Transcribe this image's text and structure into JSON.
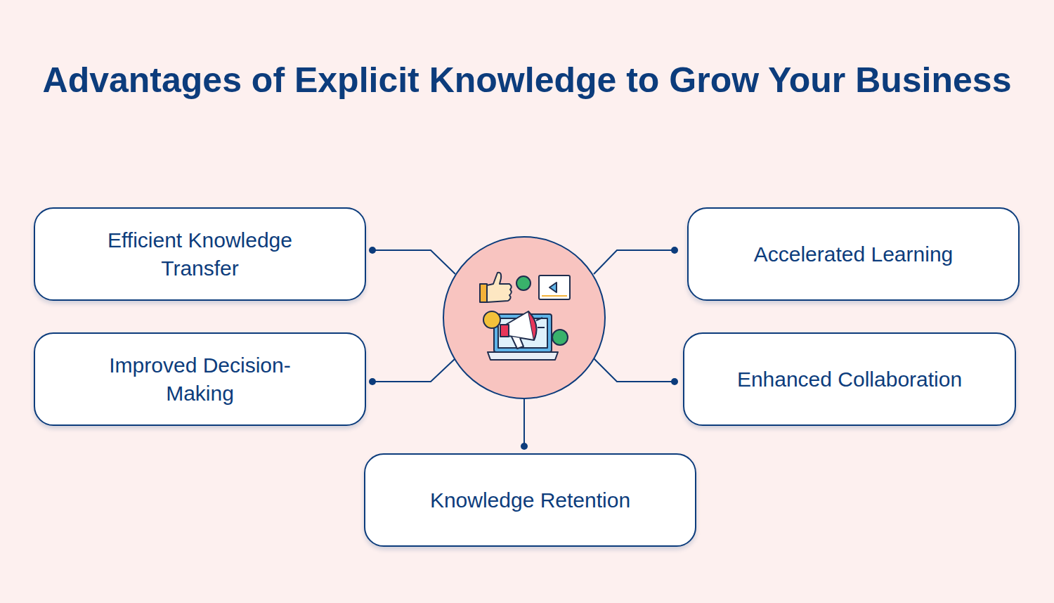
{
  "diagram": {
    "title": "Advantages of Explicit Knowledge to Grow Your Business",
    "nodes": [
      {
        "text": [
          "Efficient Knowledge Transfer"
        ]
      },
      {
        "text": [
          "Accelerated Learning"
        ]
      },
      {
        "text": [
          "Improved Decision-Making"
        ]
      },
      {
        "text": [
          "Enhanced Collaboration"
        ]
      },
      {
        "text": [
          "Knowledge Retention"
        ]
      }
    ]
  }
}
